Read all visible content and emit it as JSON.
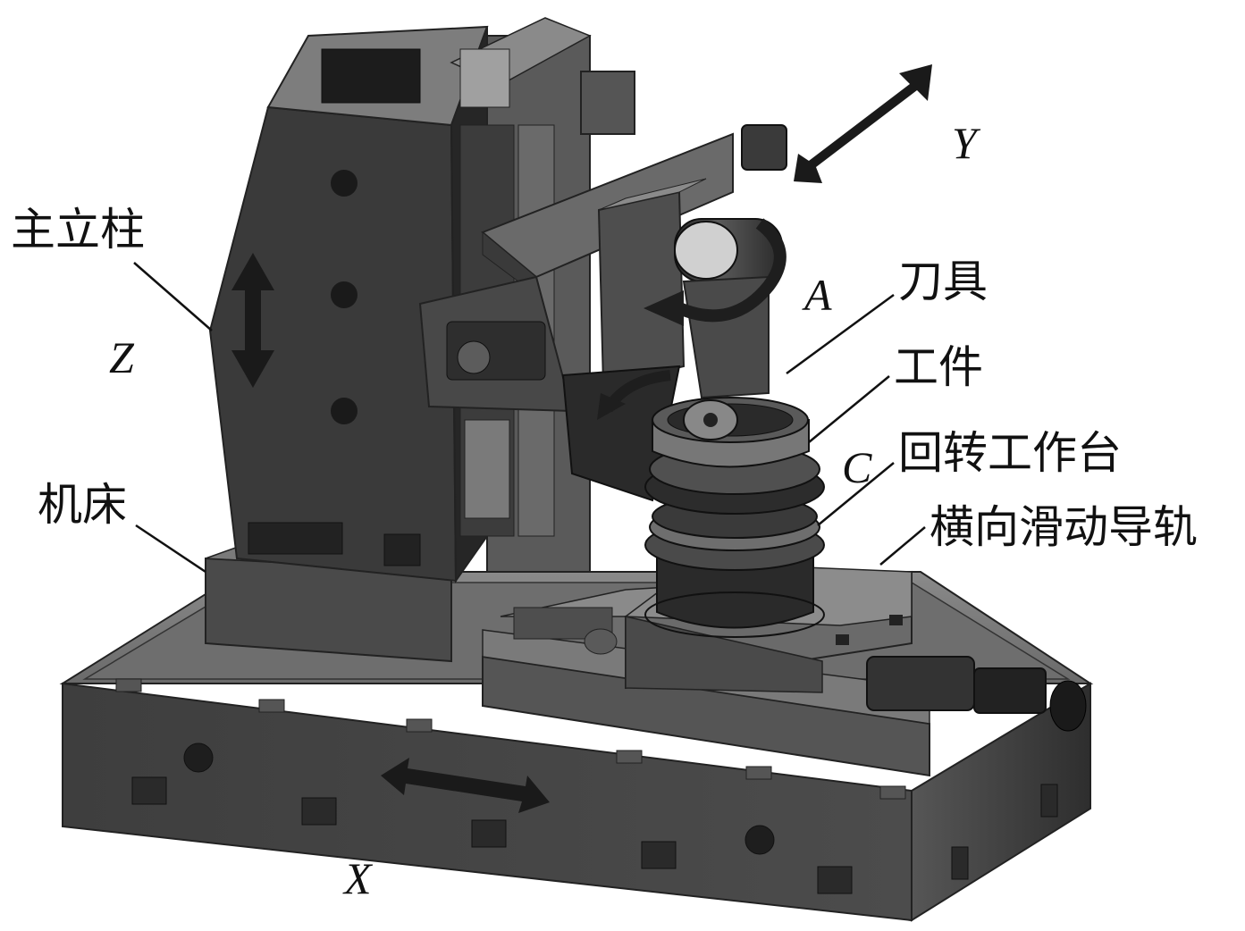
{
  "labels": {
    "column": "主立柱",
    "bed": "机床",
    "tool": "刀具",
    "workpiece": "工件",
    "rotary_table": "回转工作台",
    "slide_rail": "横向滑动导轨"
  },
  "axes": {
    "x": "X",
    "y": "Y",
    "z": "Z",
    "a": "A",
    "c": "C"
  },
  "colors": {
    "body_dark": "#3a3a3a",
    "body_mid": "#555555",
    "body_light": "#7a7a7a",
    "arrow": "#1a1a1a",
    "leader": "#111111"
  }
}
